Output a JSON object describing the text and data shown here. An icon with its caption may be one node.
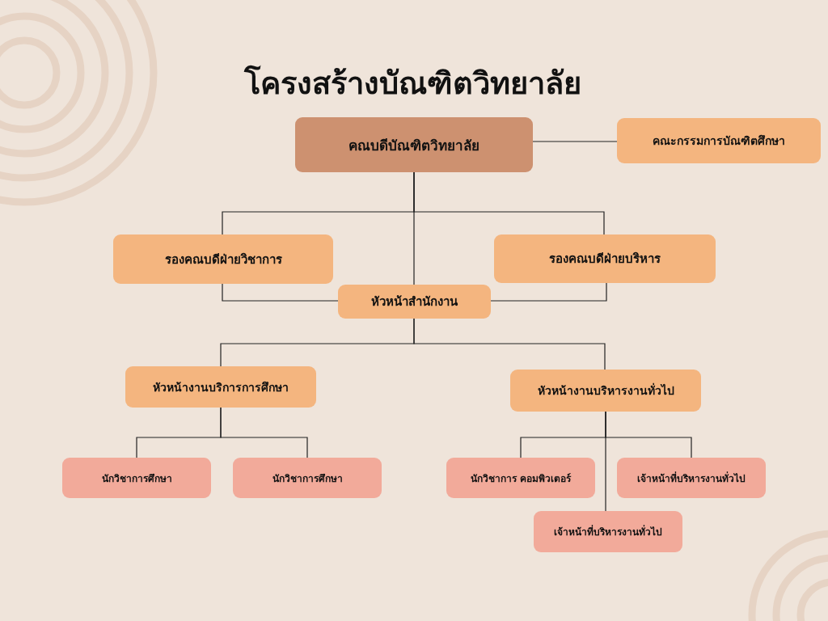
{
  "diagram": {
    "title": "โครงสร้างบัณฑิตวิทยาลัย",
    "nodes": [
      {
        "text": [
          "คณบดีบัณฑิตวิทยาลัย"
        ]
      },
      {
        "text": [
          "คณะกรรมการบัณฑิตศึกษา"
        ]
      },
      {
        "text": [
          "รองคณบดีฝ่ายวิชาการ"
        ]
      },
      {
        "text": [
          "รองคณบดีฝ่ายบริหาร"
        ]
      },
      {
        "text": [
          "หัวหน้าสำนักงาน"
        ]
      },
      {
        "text": [
          "หัวหน้างานบริการการศึกษา"
        ]
      },
      {
        "text": [
          "หัวหน้างานบริหารงานทั่วไป"
        ]
      },
      {
        "text": [
          "นักวิชาการศึกษา"
        ]
      },
      {
        "text": [
          "นักวิชาการศึกษา"
        ]
      },
      {
        "text": [
          "นักวิชาการ คอมพิวเตอร์"
        ]
      },
      {
        "text": [
          "เจ้าหน้าที่บริหารงานทั่วไป"
        ]
      },
      {
        "text": [
          "เจ้าหน้าที่บริหารงานทั่วไป"
        ]
      }
    ],
    "edges": [
      {
        "from": 1,
        "to": 0,
        "arrow": "none"
      },
      {
        "from": 0,
        "to": 2,
        "arrow": "none"
      },
      {
        "from": 0,
        "to": 3,
        "arrow": "none"
      },
      {
        "from": 0,
        "to": 4,
        "arrow": "none"
      },
      {
        "from": 2,
        "to": 4,
        "arrow": "none"
      },
      {
        "from": 3,
        "to": 4,
        "arrow": "none"
      },
      {
        "from": 4,
        "to": 5,
        "arrow": "none"
      },
      {
        "from": 4,
        "to": 6,
        "arrow": "none"
      },
      {
        "from": 5,
        "to": 7,
        "arrow": "none"
      },
      {
        "from": 5,
        "to": 8,
        "arrow": "none"
      },
      {
        "from": 6,
        "to": 9,
        "arrow": "none"
      },
      {
        "from": 6,
        "to": 10,
        "arrow": "none"
      },
      {
        "from": 6,
        "to": 11,
        "arrow": "none"
      }
    ]
  }
}
